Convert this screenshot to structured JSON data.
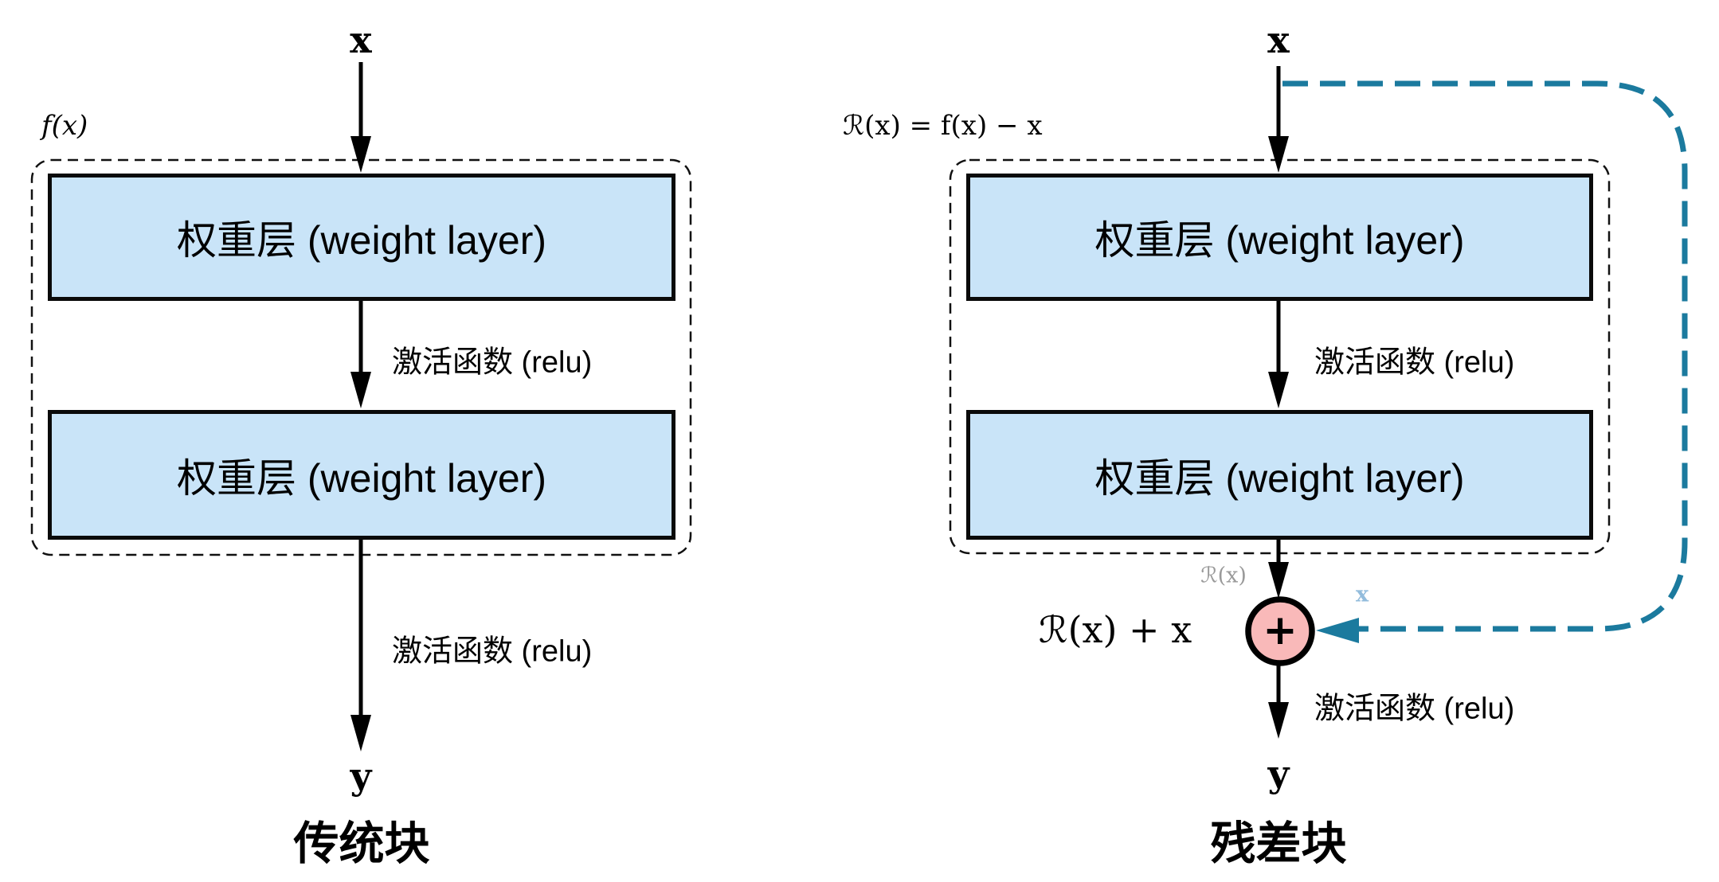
{
  "figure": {
    "left_block": {
      "input": "x",
      "annotation": "f(x)",
      "layer1": "权重层 (weight layer)",
      "activation_mid": "激活函数 (relu)",
      "layer2": "权重层 (weight layer)",
      "activation_out": "激活函数 (relu)",
      "output": "y",
      "caption": "传统块"
    },
    "right_block": {
      "input": "x",
      "annotation": "ℛ(x) = f(x) − x",
      "layer1": "权重层 (weight layer)",
      "activation_mid": "激活函数 (relu)",
      "layer2": "权重层 (weight layer)",
      "residual_out_label": "ℛ(x)",
      "sum_label": "ℛ(x) + x",
      "plus": "+",
      "skip_label": "x",
      "activation_out": "激活函数 (relu)",
      "output": "y",
      "caption": "残差块"
    },
    "colors": {
      "layer_fill": "#c9e4f8",
      "layer_border": "#0a0a0a",
      "arrow_black": "#000000",
      "sum_fill": "#f9b9b9",
      "skip_line_teal": "#1b7a9e",
      "skip_x_label": "#93bcdc",
      "residual_gray": "#9a9a9a"
    }
  }
}
